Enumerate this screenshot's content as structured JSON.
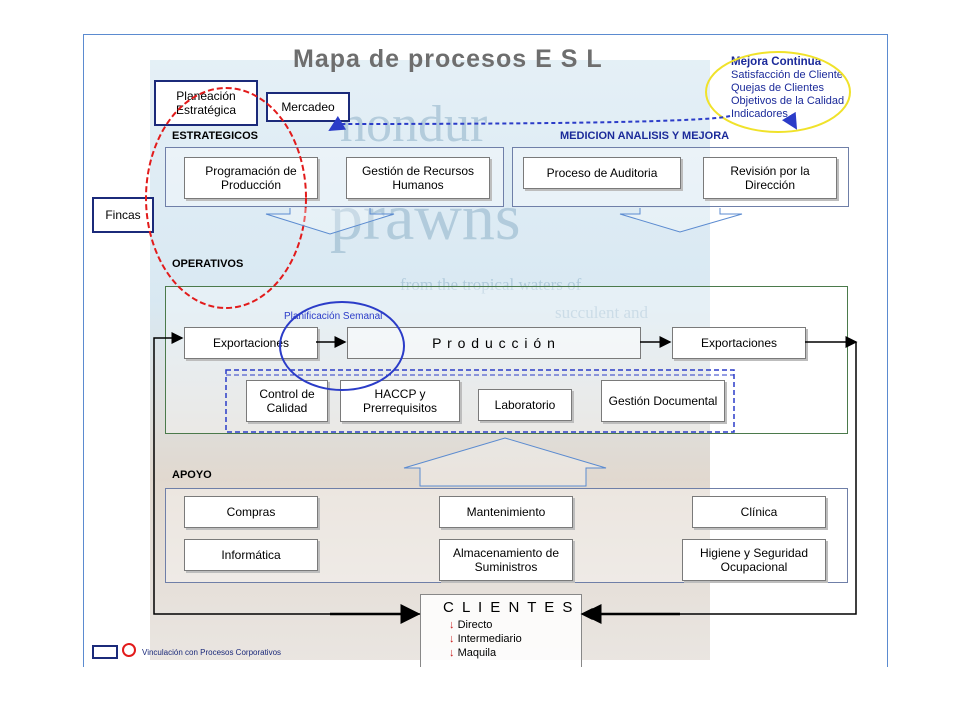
{
  "title": "Mapa  de  procesos  E S L",
  "mejora": {
    "heading": "Mejora Continua",
    "items": [
      "Satisfacción de Cliente",
      "Quejas de Clientes",
      "Objetivos de la Calidad",
      "Indicadores"
    ]
  },
  "external": {
    "planeacion": "Planeación Estratégica",
    "mercadeo": "Mercadeo",
    "fincas": "Fincas"
  },
  "sections": {
    "estrategicos": "ESTRATEGICOS",
    "medicion": "MEDICION ANALISIS Y MEJORA",
    "operativos": "OPERATIVOS",
    "apoyo": "APOYO"
  },
  "estrategicos": {
    "programacion": "Programación de Producción",
    "gestion_rh": "Gestión de Recursos Humanos"
  },
  "medicion": {
    "auditoria": "Proceso de Auditoria",
    "revision": "Revisión por la Dirección"
  },
  "operativos": {
    "planificacion": "Planificación Semanal",
    "exportaciones_in": "Exportaciones",
    "produccion": "P r o d u c c i ó n",
    "exportaciones_out": "Exportaciones",
    "control_calidad": "Control de Calidad",
    "haccp": "HACCP y Prerrequisitos",
    "laboratorio": "Laboratorio",
    "gestion_doc": "Gestión Documental"
  },
  "apoyo": {
    "compras": "Compras",
    "mantenimiento": "Mantenimiento",
    "clinica": "Clínica",
    "informatica": "Informática",
    "almacenamiento": "Almacenamiento de Suministros",
    "higiene": "Higiene y Seguridad Ocupacional"
  },
  "clientes": {
    "heading": "C L I E N T E S",
    "items": [
      "Directo",
      "Intermediario",
      "Maquila"
    ]
  },
  "legend": "Vinculación con Procesos Corporativos",
  "background": {
    "word1": "hondur",
    "word2": "prawns",
    "tag1": "from the tropical waters of",
    "tag2": "succulent and"
  },
  "colors": {
    "navy": "#1b2a7a",
    "blue": "#2b3cc8",
    "red": "#e21b1b",
    "yellow": "#f0e22a"
  }
}
